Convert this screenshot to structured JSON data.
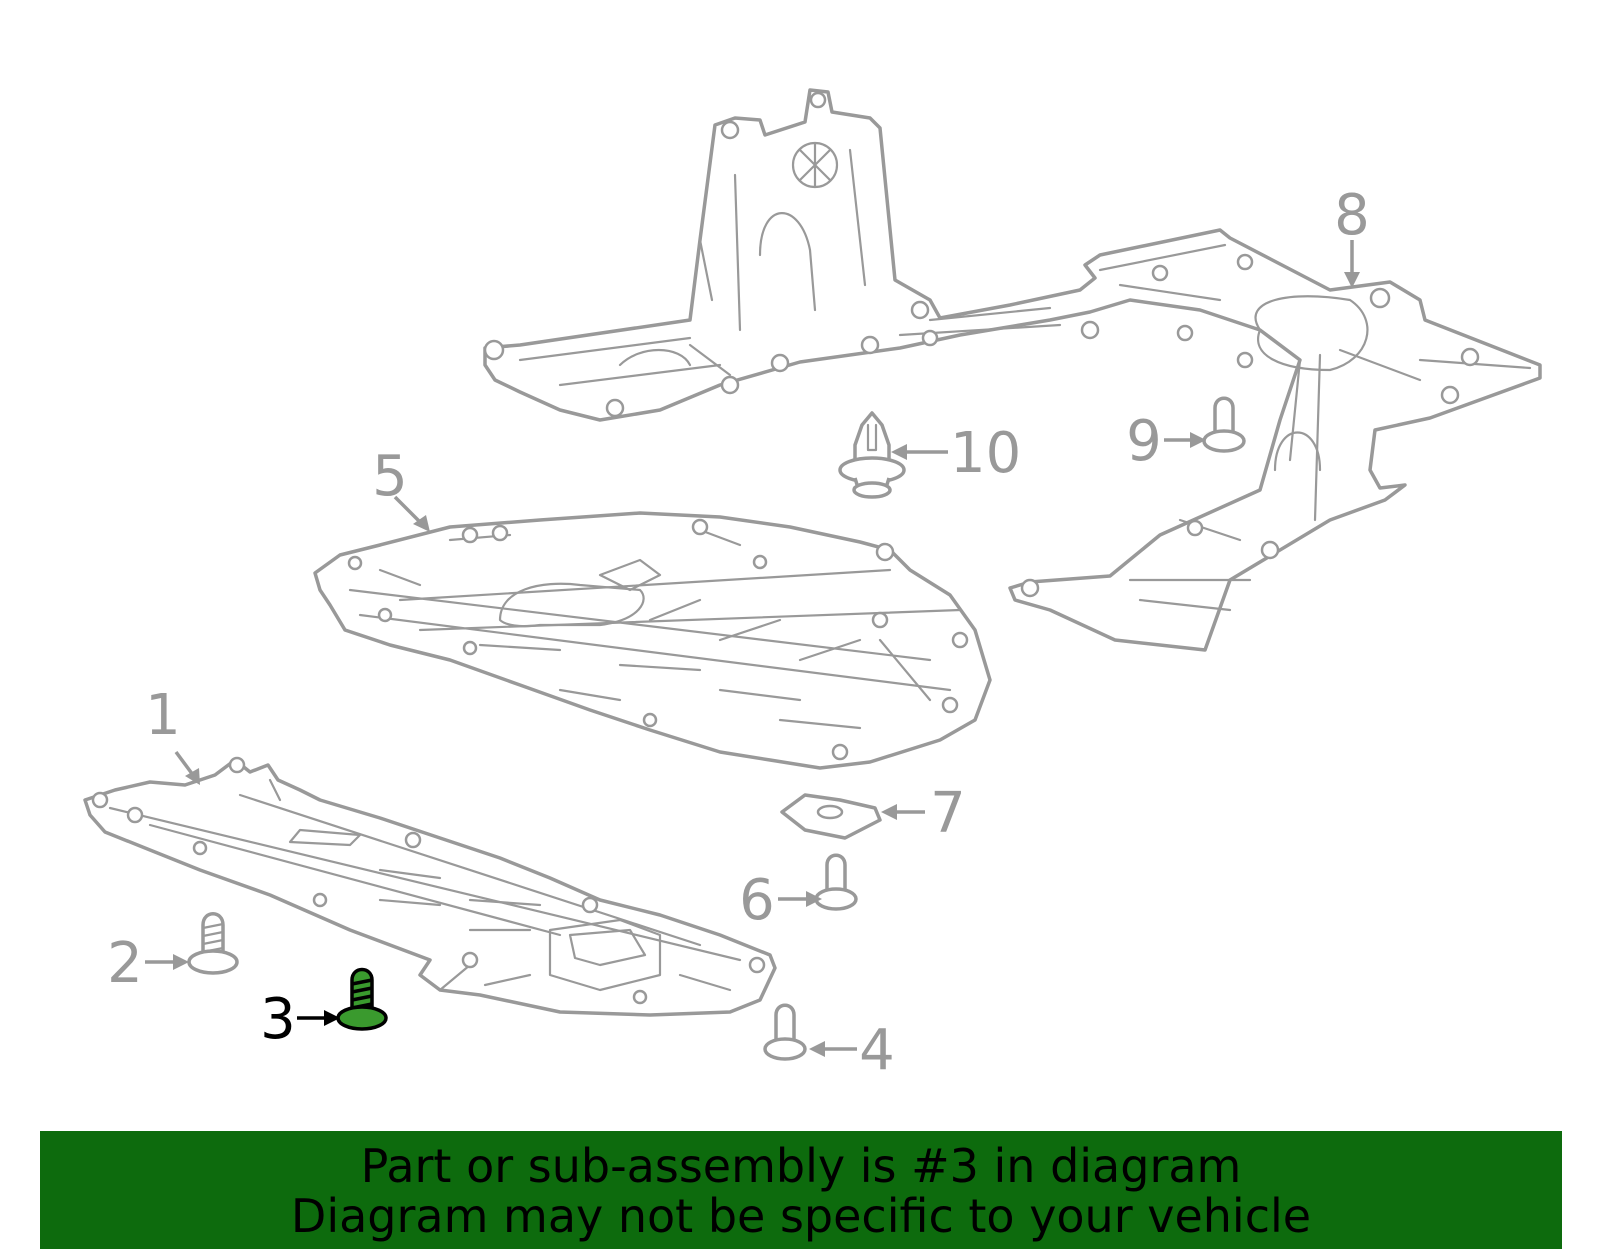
{
  "callouts": {
    "c1": "1",
    "c2": "2",
    "c3": "3",
    "c4": "4",
    "c5": "5",
    "c6": "6",
    "c7": "7",
    "c8": "8",
    "c9": "9",
    "c10": "10"
  },
  "highlight": {
    "part_number": "3",
    "color": "#3a9a2e",
    "banner_color": "#0d6b0d",
    "line_color": "#999999"
  },
  "banner": {
    "line1": "Part or sub-assembly is #3 in diagram",
    "line2": "Diagram may not be specific to your vehicle"
  }
}
